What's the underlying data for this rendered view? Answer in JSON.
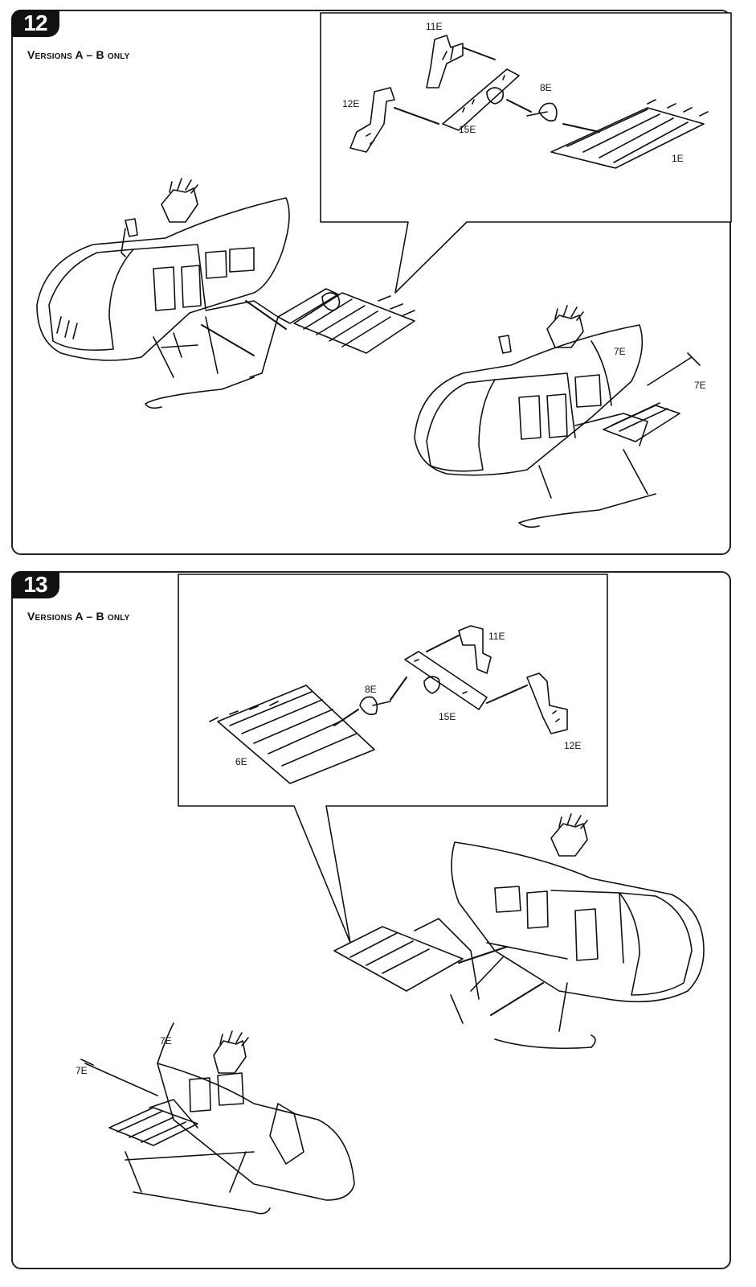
{
  "steps": [
    {
      "number": "12",
      "note": "Versions A – B only",
      "callout_labels": {
        "p11": "11E",
        "p12": "12E",
        "p15": "15E",
        "p8": "8E",
        "p1": "1E"
      },
      "assembled_labels": {
        "a": "7E",
        "b": "7E"
      }
    },
    {
      "number": "13",
      "note": "Versions A – B only",
      "callout_labels": {
        "p11": "11E",
        "p8": "8E",
        "p15": "15E",
        "p6": "6E",
        "p12": "12E"
      },
      "assembled_labels": {
        "a": "7E",
        "b": "7E"
      }
    }
  ]
}
